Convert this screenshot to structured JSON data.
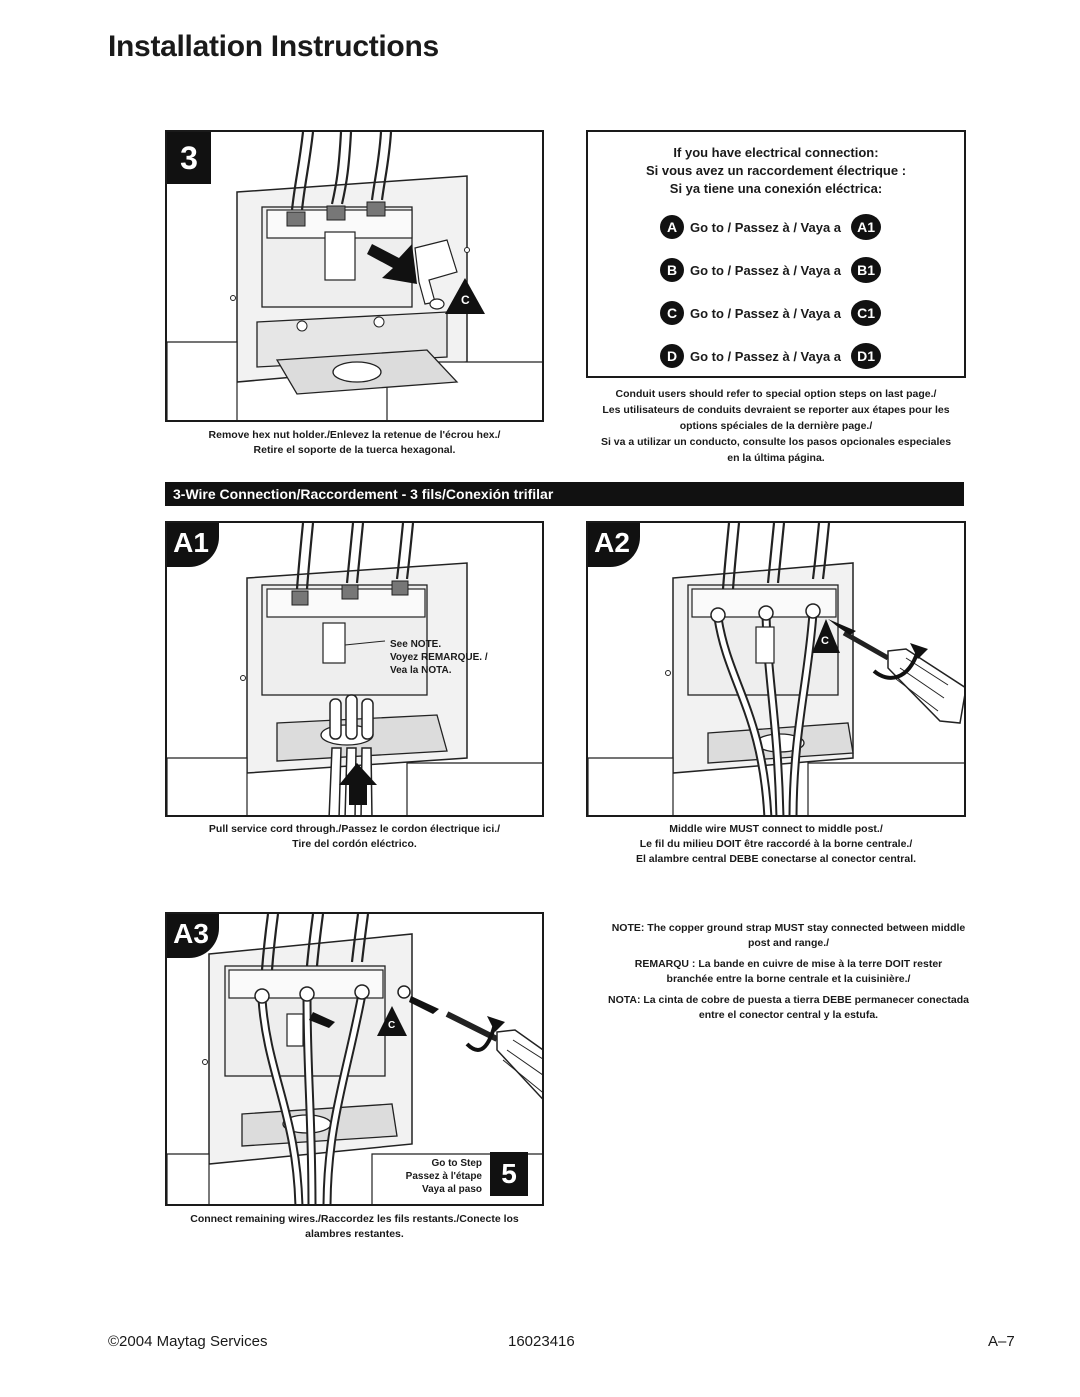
{
  "page": {
    "title": "Installation Instructions"
  },
  "step3": {
    "badge": "3",
    "c_label": "C",
    "caption": [
      "Remove hex nut holder./Enlevez la retenue de l'écrou hex./",
      "Retire el soporte de la tuerca hexagonal."
    ]
  },
  "connection_box": {
    "header": [
      "If you have electrical connection:",
      "Si vous avez un  raccordement électrique :",
      "Si ya tiene una conexión eléctrica:"
    ],
    "options": [
      {
        "letter": "A",
        "text": "Go to / Passez à / Vaya a",
        "target": "A1"
      },
      {
        "letter": "B",
        "text": "Go to / Passez à / Vaya a",
        "target": "B1"
      },
      {
        "letter": "C",
        "text": "Go to / Passez à / Vaya a",
        "target": "C1"
      },
      {
        "letter": "D",
        "text": "Go to / Passez à / Vaya a",
        "target": "D1"
      }
    ],
    "conduit_note": [
      "Conduit users should refer to special option steps on last page./",
      "Les utilisateurs de conduits devraient se reporter aux étapes pour les",
      "options spéciales de la dernière page./",
      "Si va a utilizar un conducto, consulte los pasos opcionales especiales",
      "en la última página."
    ]
  },
  "banner": {
    "text": "3-Wire Connection/Raccordement - 3 fils/Conexión trifilar"
  },
  "a1": {
    "badge": "A1",
    "note_label": [
      "See NOTE.",
      "Voyez REMARQUE. /",
      "Vea la NOTA."
    ],
    "caption": [
      "Pull service cord through./Passez le cordon électrique ici./",
      "Tire del cordón eléctrico."
    ]
  },
  "a2": {
    "badge": "A2",
    "c_label": "C",
    "caption": [
      "Middle wire MUST connect to middle post./",
      "Le fil du milieu DOIT être raccordé à la borne centrale./",
      "El alambre central DEBE conectarse al conector central."
    ]
  },
  "a3": {
    "badge": "A3",
    "c_label": "C",
    "goto": [
      "Go to Step",
      "Passez à l'étape",
      "Vaya al paso"
    ],
    "goto_step": "5",
    "caption": [
      "Connect remaining wires./Raccordez les fils restants./Conecte los",
      "alambres restantes."
    ]
  },
  "note": {
    "lines": [
      "NOTE: The copper ground strap MUST stay connected between middle",
      "post and range./",
      "REMARQU : La bande en cuivre de mise à la terre DOIT rester",
      "branchée entre la borne centrale et la cuisinière./",
      "NOTA: La cinta de cobre de puesta a tierra DEBE permanecer conectada",
      "entre el conector central y la estufa."
    ]
  },
  "footer": {
    "copyright": "©2004 Maytag Services",
    "doc_number": "16023416",
    "page": "A–7"
  }
}
